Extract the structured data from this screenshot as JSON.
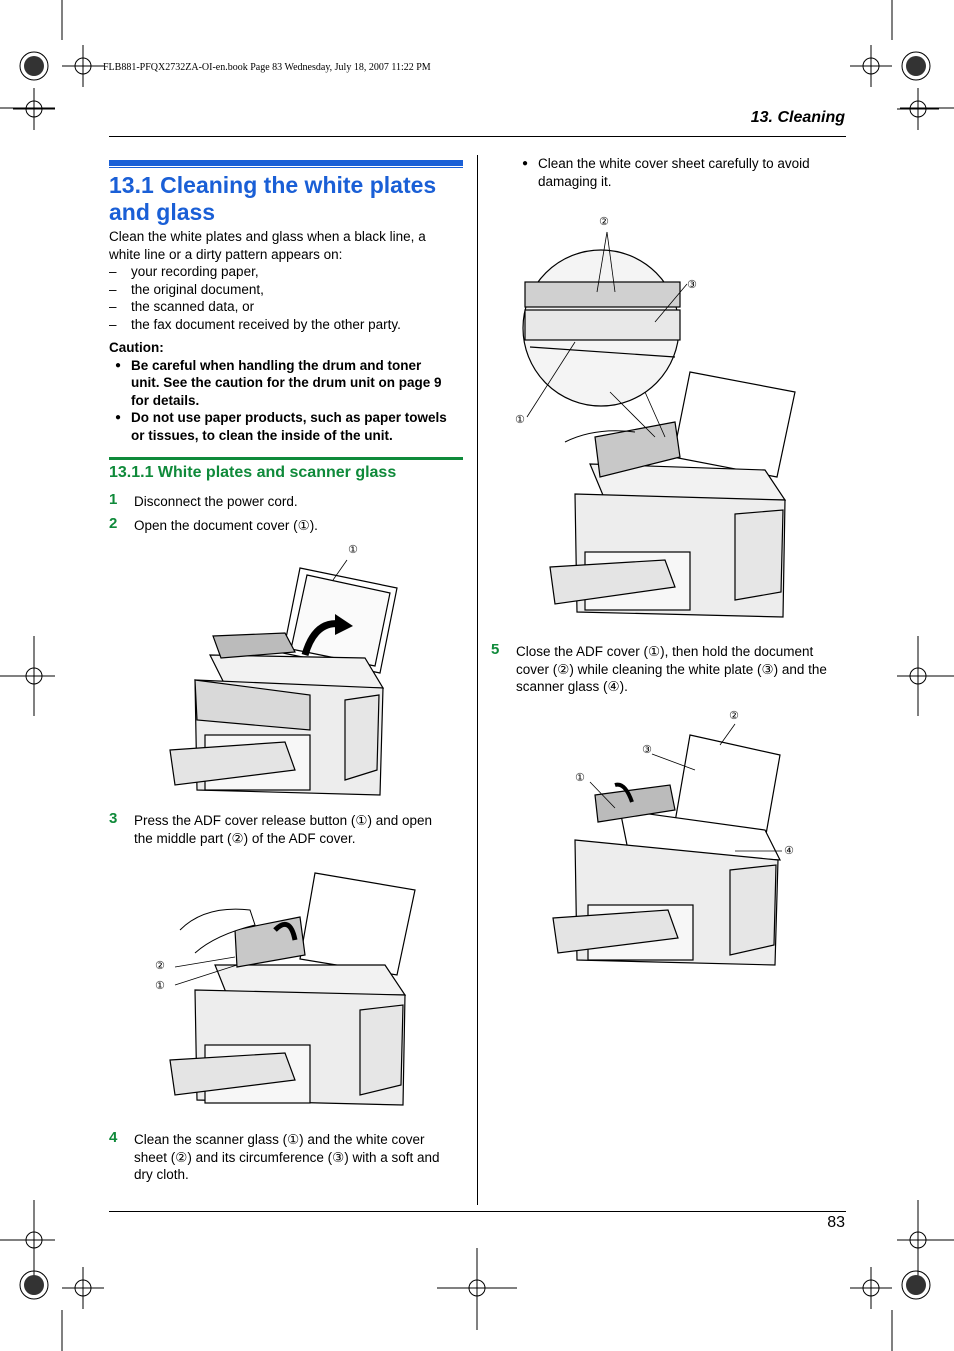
{
  "slug": "FLB881-PFQX2732ZA-OI-en.book  Page 83  Wednesday, July 18, 2007  11:22 PM",
  "chapter": "13. Cleaning",
  "page_number": "83",
  "section": {
    "title_line1": "13.1 Cleaning the white plates",
    "title_line2": "and glass",
    "intro_line1": "Clean the white plates and glass when a black line, a",
    "intro_line2": "white line or a dirty pattern appears on:",
    "list": [
      "your recording paper,",
      "the original document,",
      "the scanned data, or",
      "the fax document received by the other party."
    ],
    "caution_heading": "Caution:",
    "caution1_lines": [
      "Be careful when handling the drum and toner",
      "unit. See the caution for the drum unit on page 9",
      "for details."
    ],
    "caution2_lines": [
      "Do not use paper products, such as paper towels",
      "or tissues, to clean the inside of the unit."
    ]
  },
  "subsection": {
    "title": "13.1.1 White plates and scanner glass",
    "steps": [
      {
        "num": "1",
        "lines": [
          "Disconnect the power cord."
        ]
      },
      {
        "num": "2",
        "lines": [
          "Open the document cover (①)."
        ]
      },
      {
        "num": "3",
        "lines": [
          "Press the ADF cover release button (①) and open",
          "the middle part (②) of the ADF cover."
        ]
      },
      {
        "num": "4",
        "lines": [
          "Clean the scanner glass (①) and the white cover",
          "sheet (②) and its circumference (③) with a soft and",
          "dry cloth."
        ]
      },
      {
        "num": "5",
        "lines": [
          "Close the ADF cover (①), then hold the document",
          "cover (②) while cleaning the white plate (③) and the",
          "scanner glass (④)."
        ]
      }
    ]
  },
  "right_bullet_lines": [
    "Clean the white cover sheet carefully to avoid",
    "damaging it."
  ],
  "bullet_glyph": "●",
  "dash_glyph": "–",
  "callouts": {
    "c1": "①",
    "c2": "②",
    "c3": "③",
    "c4": "④"
  }
}
